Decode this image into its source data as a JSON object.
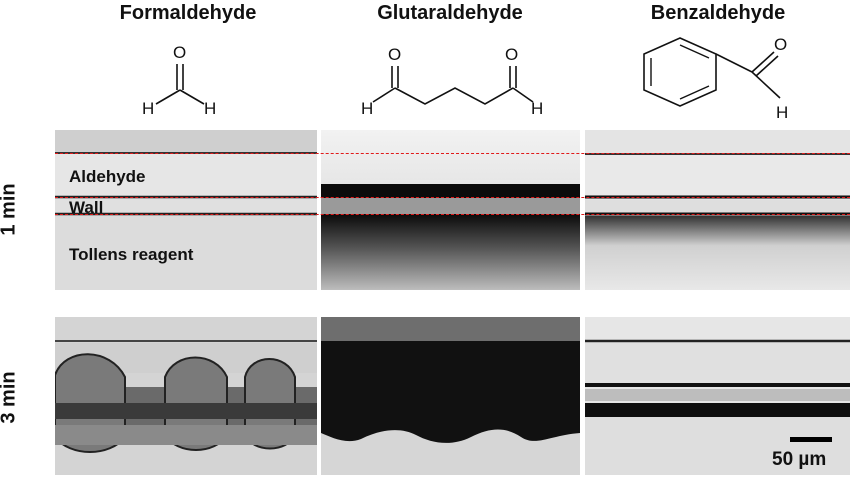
{
  "columns": [
    {
      "title": "Formaldehyde",
      "molecule": "formaldehyde"
    },
    {
      "title": "Glutaraldehyde",
      "molecule": "glutaraldehyde"
    },
    {
      "title": "Benzaldehyde",
      "molecule": "benzaldehyde"
    }
  ],
  "atoms": {
    "oxygen": "O",
    "hydrogen": "H"
  },
  "rows": [
    {
      "label": "1 min"
    },
    {
      "label": "3 min"
    }
  ],
  "annotations": {
    "aldehyde": "Aldehyde",
    "wall": "Wall",
    "tollens": "Tollens reagent"
  },
  "scale_bar": {
    "label": "50 µm"
  },
  "colors": {
    "guide_line": "#e01a1a"
  }
}
